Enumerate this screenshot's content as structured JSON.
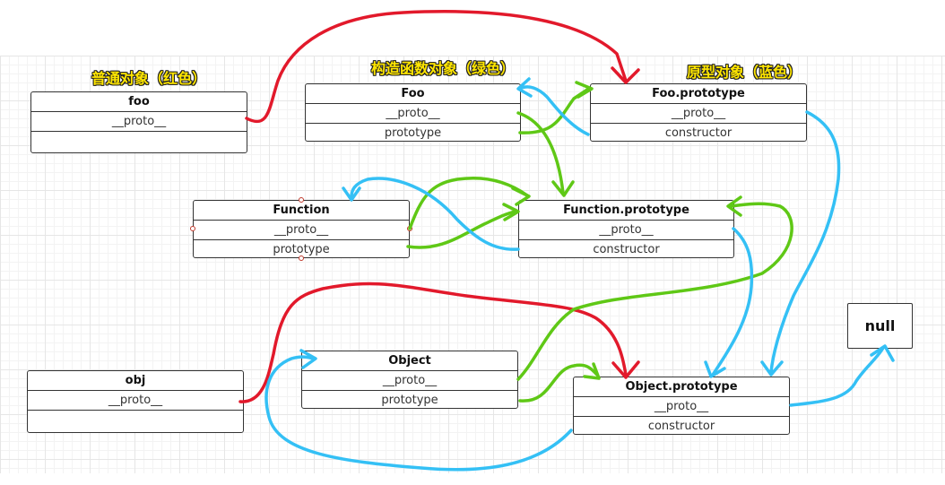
{
  "headings": {
    "plain": "普通对象（红色）",
    "constructor": "构造函数对象（绿色）",
    "prototype": "原型对象（蓝色）"
  },
  "boxes": {
    "foo": {
      "title": "foo",
      "proto": "__proto__"
    },
    "Foo": {
      "title": "Foo",
      "proto": "__proto__",
      "prototype": "prototype"
    },
    "FooPrototype": {
      "title": "Foo.prototype",
      "proto": "__proto__",
      "constructor": "constructor"
    },
    "Function": {
      "title": "Function",
      "proto": "__proto__",
      "prototype": "prototype"
    },
    "FunctionPrototype": {
      "title": "Function.prototype",
      "proto": "__proto__",
      "constructor": "constructor"
    },
    "obj": {
      "title": "obj",
      "proto": "__proto__"
    },
    "Object": {
      "title": "Object",
      "proto": "__proto__",
      "prototype": "prototype"
    },
    "ObjectPrototype": {
      "title": "Object.prototype",
      "proto": "__proto__",
      "constructor": "constructor"
    },
    "null": {
      "title": "null"
    }
  },
  "colors": {
    "red": "#e2192b",
    "green": "#5fc816",
    "blue": "#34c0f5",
    "heading_text": "#ffe600"
  }
}
